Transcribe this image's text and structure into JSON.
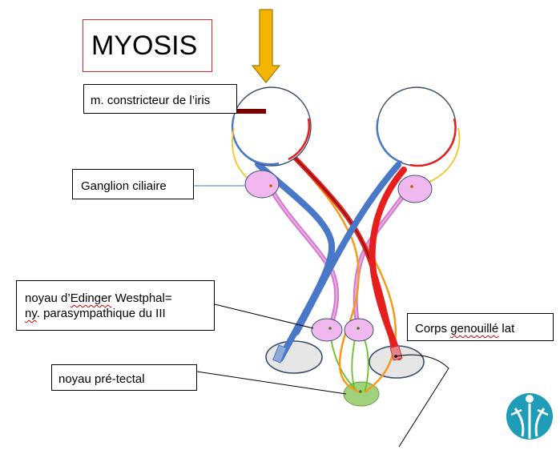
{
  "title": "MYOSIS",
  "labels": {
    "constrictor": "m. constricteur de l’iris",
    "ciliary_ganglion": "Ganglion ciliaire",
    "edinger_line1_a": "noyau d’",
    "edinger_line1_b": "Edinger",
    "edinger_line1_c": " Westphal=",
    "edinger_line2_a": "ny",
    "edinger_line2_b": ". parasympathique du III",
    "pretectal": "noyau pré-tectal",
    "lgn_a": "Corps ",
    "lgn_b": "genouillé",
    "lgn_c": " lat"
  },
  "colors": {
    "title_border": "#d62b2b",
    "arrow_fill": "#f5b400",
    "arrow_stroke": "#a07a00",
    "optic_blue": "#4a78c8",
    "optic_red": "#e61e1e",
    "orange": "#f59a1a",
    "yellow": "#f6c229",
    "parasympathetic_pink": "#d07ec8",
    "ellipse_pink": "#f1b8ef",
    "pretectal_green": "#9fd27a",
    "green_fiber": "#6cbf2a",
    "lgn_gray": "#e6e6e6",
    "logo_teal": "#1f9cb7"
  },
  "icons": [
    "down-arrow-icon",
    "logo-icon"
  ]
}
